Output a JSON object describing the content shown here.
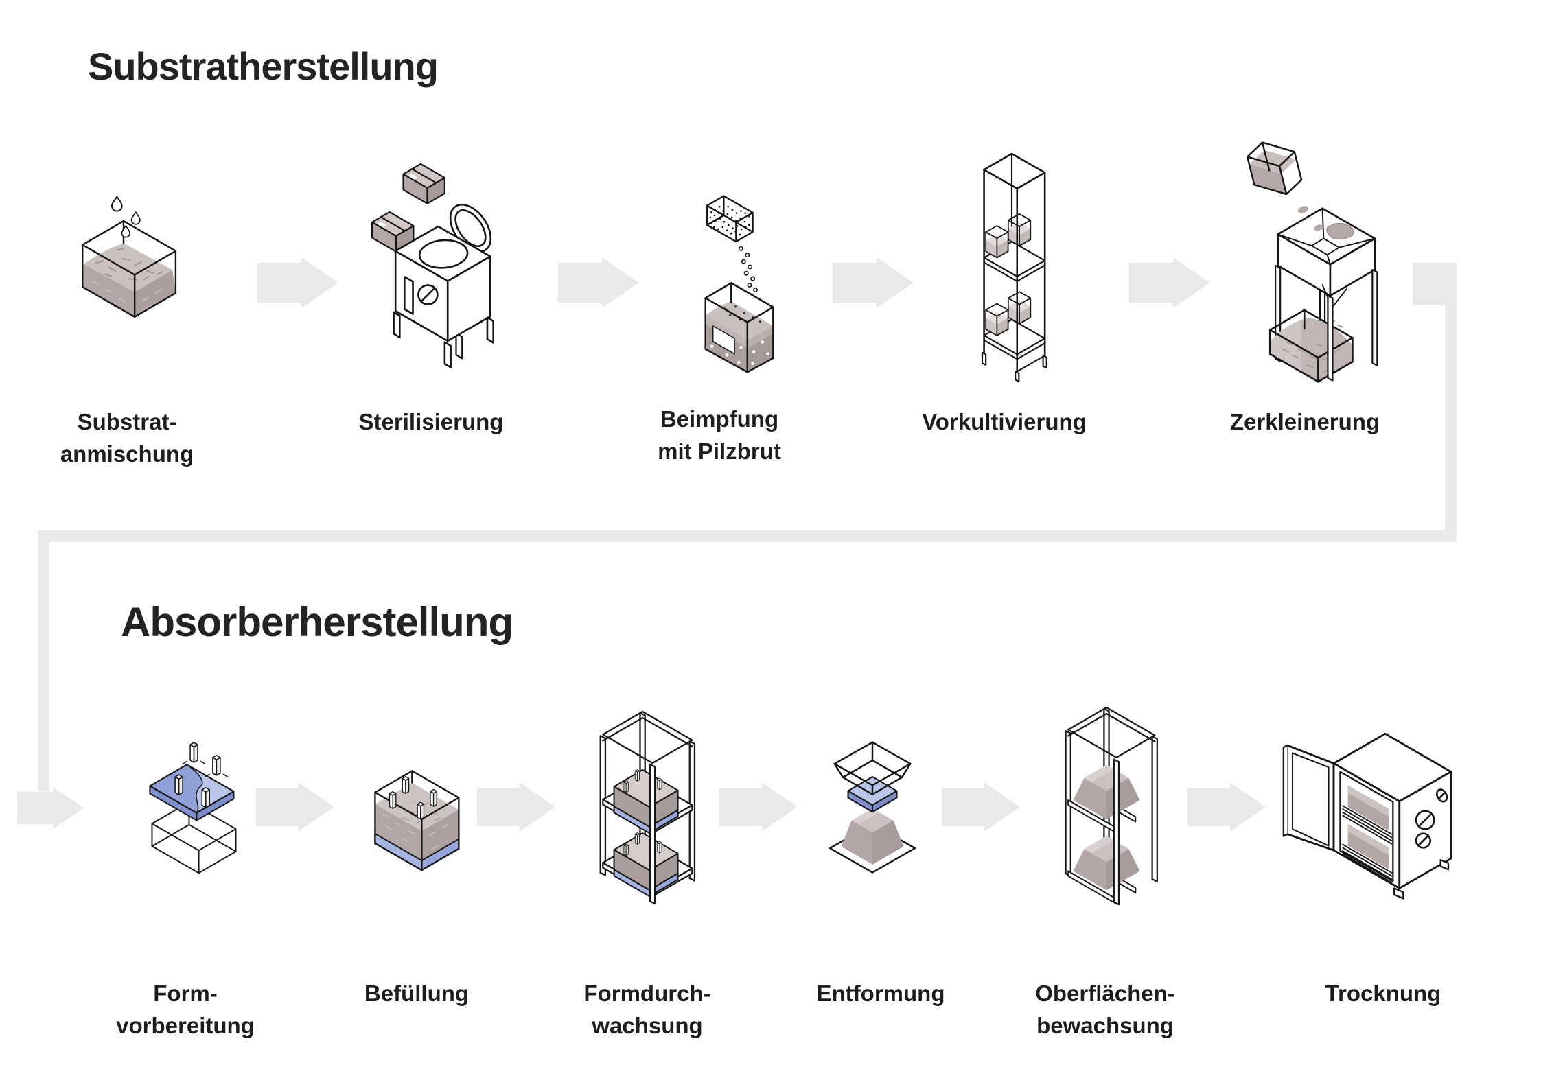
{
  "sections": [
    {
      "title": "Substratherstellung",
      "steps": [
        {
          "name": "substrat-anmischung",
          "icon": "mixing-box-with-water-drops-icon",
          "label": "Substrat-\nanmischung"
        },
        {
          "name": "sterilisierung",
          "icon": "autoclave-with-packages-icon",
          "label": "Sterilisierung"
        },
        {
          "name": "beimpfung-mit-pilzbrut",
          "icon": "bag-inoculated-with-grain-spawn-icon",
          "label": "Beimpfung\nmit Pilzbrut"
        },
        {
          "name": "vorkultivierung",
          "icon": "incubation-rack-with-grow-bags-icon",
          "label": "Vorkultivierung"
        },
        {
          "name": "zerkleinerung",
          "icon": "shredder-with-hopper-icon",
          "label": "Zerkleinerung"
        }
      ]
    },
    {
      "title": "Absorberherstellung",
      "steps": [
        {
          "name": "form-vorbereitung",
          "icon": "mold-with-blue-plate-and-pegs-icon",
          "label": "Form-\nvorbereitung"
        },
        {
          "name": "befuellung",
          "icon": "filled-mold-icon",
          "label": "Befüllung"
        },
        {
          "name": "formdurchwachsung",
          "icon": "rack-with-filled-molds-icon",
          "label": "Formdurch-\nwachsung"
        },
        {
          "name": "entformung",
          "icon": "demolding-stack-icon",
          "label": "Entformung"
        },
        {
          "name": "oberflaechenbewachsung",
          "icon": "rack-with-demolded-absorbers-icon",
          "label": "Oberflächen-\nbewachsung"
        },
        {
          "name": "trocknung",
          "icon": "drying-cabinet-icon",
          "label": "Trocknung"
        }
      ]
    }
  ],
  "colors": {
    "arrow_gray": "#e9e9e9",
    "outline": "#151515",
    "substrate_top": "#cbc1bf",
    "substrate_side": "#b2a7a5",
    "substrate_dark": "#a89c9a",
    "blue_plate_top": "#b9c6ea",
    "blue_plate_side": "#8090cc",
    "blue_band": "#a6b4e2",
    "text": "#1d1d1f"
  }
}
